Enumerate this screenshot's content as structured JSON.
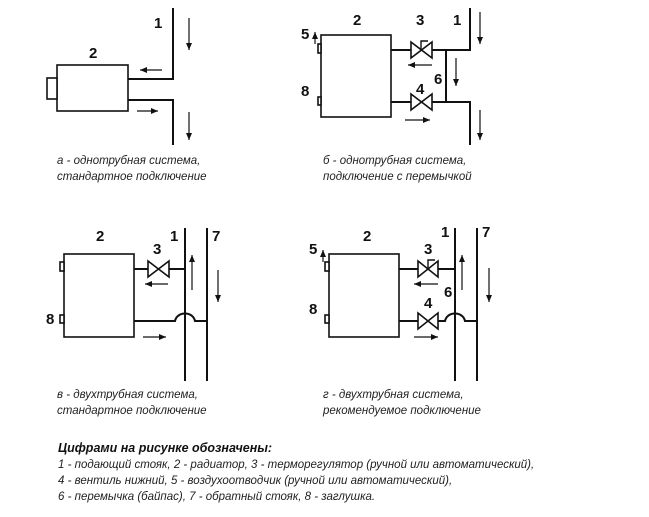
{
  "diagrams": {
    "a": {
      "caption1": "а - однотрубная система,",
      "caption2": "стандартное подключение",
      "n1": "1",
      "n2": "2"
    },
    "b": {
      "caption1": "б - однотрубная система,",
      "caption2": "подключение с перемычкой",
      "n1": "1",
      "n2": "2",
      "n3": "3",
      "n4": "4",
      "n5": "5",
      "n6": "6",
      "n8": "8"
    },
    "c": {
      "caption1": "в - двухтрубная система,",
      "caption2": "стандартное подключение",
      "n1": "1",
      "n2": "2",
      "n3": "3",
      "n7": "7",
      "n8": "8"
    },
    "d": {
      "caption1": "г - двухтрубная система,",
      "caption2": "рекомендуемое подключение",
      "n1": "1",
      "n2": "2",
      "n3": "3",
      "n4": "4",
      "n5": "5",
      "n6": "6",
      "n7": "7",
      "n8": "8"
    }
  },
  "legend": {
    "title": "Цифрами на рисунке обозначены:",
    "lines": [
      "1 - подающий стояк, 2 - радиатор, 3 - терморегулятор (ручной или автоматический),",
      "4 - вентиль нижний, 5 - воздухоотводчик (ручной или автоматический),",
      "6 - перемычка (байпас), 7 - обратный стояк, 8 - заглушка."
    ]
  }
}
